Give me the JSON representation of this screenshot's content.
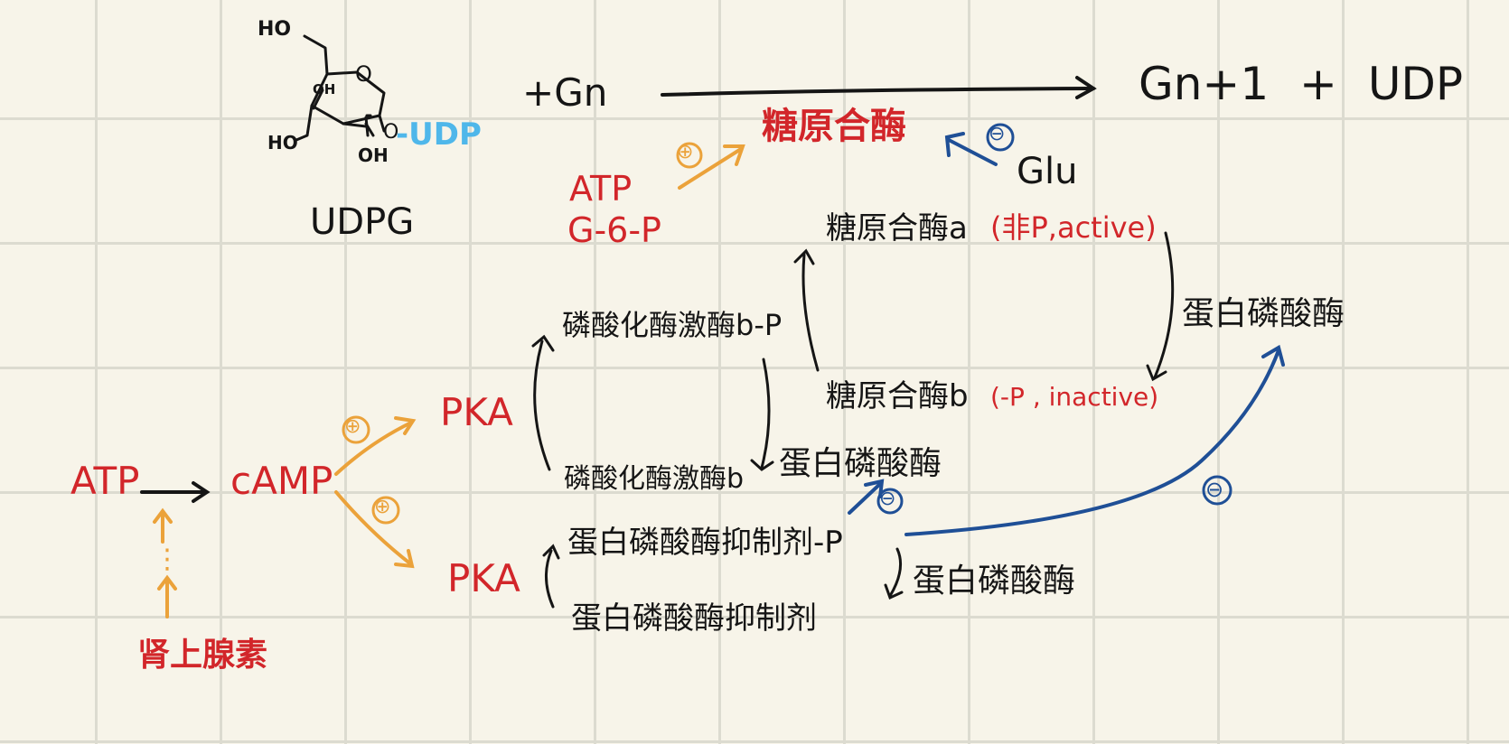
{
  "colors": {
    "ink": "#151515",
    "red": "#d2262a",
    "orange": "#eba23a",
    "navy": "#1f4f96",
    "cyan": "#4fb7ea"
  },
  "udpg": {
    "ho_top": "HO",
    "ring_o": "O",
    "ring_oh": "OH",
    "ho_left": "HO",
    "oh_bottom": "OH",
    "o_link": "O",
    "udp_tag": "-UDP",
    "name": "UDPG"
  },
  "reaction": {
    "plus_gn": "+Gn",
    "products": "Gn+1 + UDP",
    "enzyme": "糖原合酶",
    "activator_sign": "⊕",
    "atp": "ATP",
    "g6p": "G-6-P",
    "inhibitor_sign": "⊖",
    "glu": "Glu"
  },
  "synthase_states": {
    "a_label": "糖原合酶a",
    "a_note": "(非P,active)",
    "b_label": "糖原合酶b",
    "b_note": "(-P , inactive)",
    "phosphatase": "蛋白磷酸酶"
  },
  "kinase_cycle": {
    "kinase_b_p": "磷酸化酶激酶b-P",
    "kinase_b": "磷酸化酶激酶b",
    "phosphatase": "蛋白磷酸酶",
    "inhibit_sign": "⊖"
  },
  "inhibitor_cycle": {
    "inhibitor_p": "蛋白磷酸酶抑制剂-P",
    "inhibitor": "蛋白磷酸酶抑制剂",
    "phosphatase": "蛋白磷酸酶",
    "inhibit_sign": "⊖"
  },
  "signaling": {
    "atp": "ATP",
    "camp": "cAMP",
    "pka_upper": "PKA",
    "pka_lower": "PKA",
    "plus_upper": "⊕",
    "plus_lower": "⊕",
    "dots": "⋮",
    "hormone": "肾上腺素"
  }
}
